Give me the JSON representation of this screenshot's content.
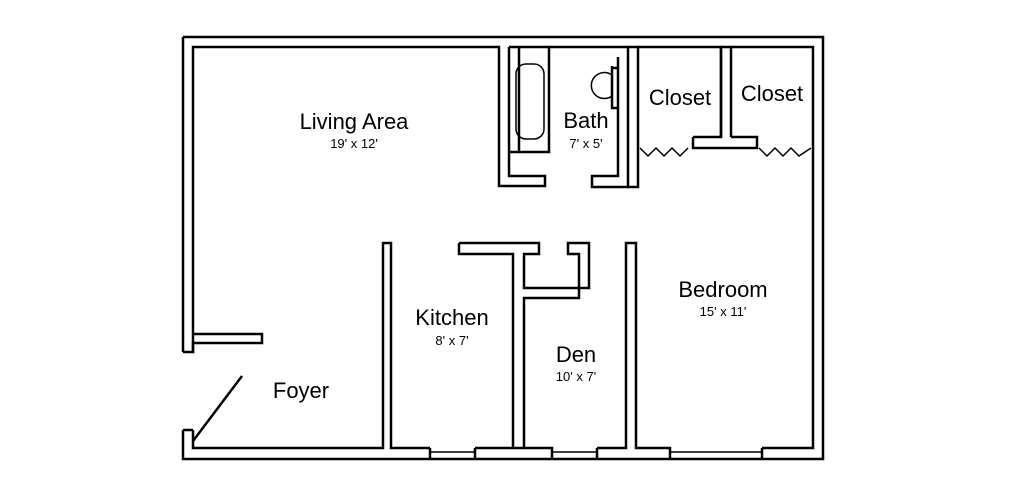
{
  "rooms": {
    "living": {
      "name": "Living Area",
      "dims": "19' x 12'"
    },
    "bath": {
      "name": "Bath",
      "dims": "7' x 5'"
    },
    "closet_left": {
      "name": "Closet"
    },
    "closet_right": {
      "name": "Closet"
    },
    "kitchen": {
      "name": "Kitchen",
      "dims": "8' x 7'"
    },
    "den": {
      "name": "Den",
      "dims": "10' x 7'"
    },
    "bedroom": {
      "name": "Bedroom",
      "dims": "15' x 11'"
    },
    "foyer": {
      "name": "Foyer"
    }
  }
}
